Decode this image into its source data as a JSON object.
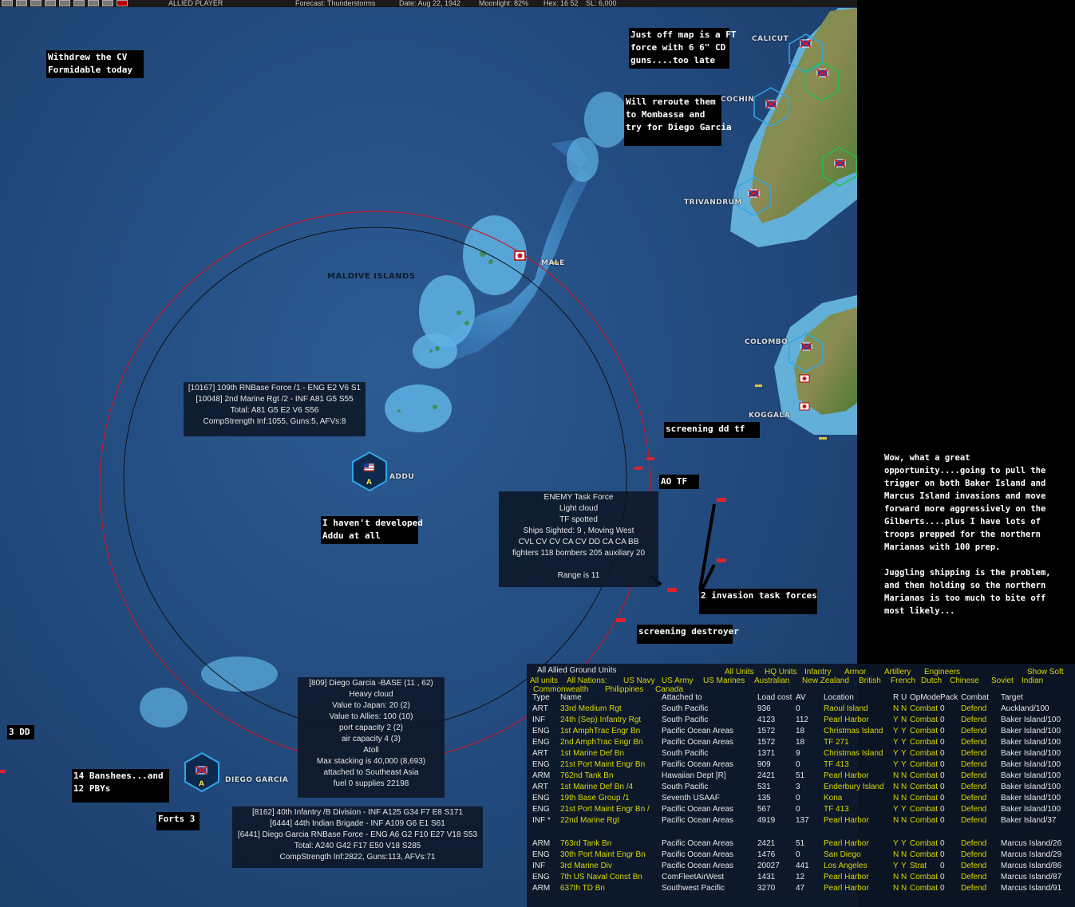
{
  "topbar": {
    "player": "ALLIED PLAYER",
    "forecast": "Forecast: Thunderstorms",
    "date": "Date: Aug 22, 1942",
    "moonlight": "Moonlight: 82%",
    "hex": "Hex: 16 52",
    "sl": "SL: 6,000"
  },
  "map": {
    "region_label": "MALDIVE ISLANDS",
    "cities": {
      "calicut": "CALICUT",
      "cochin": "COCHIN",
      "trivandrum": "TRIVANDRUM",
      "male": "MALE",
      "colombo": "COLOMBO",
      "koggala": "KOGGALA",
      "addu": "ADDU",
      "diego_garcia": "DIEGO GARCIA"
    },
    "base_marker": "A"
  },
  "notes": {
    "formidable": "Withdrew the CV\nFormidable today",
    "ft_force": "Just off map is a FT\nforce with 6 6\" CD\nguns....too late",
    "reroute": "Will reroute them\nto Mombassa and\ntry for Diego Garcia",
    "screening_dd": "screening dd tf",
    "ao_tf": "AO TF",
    "addu": "I haven't developed\nAddu at all",
    "invasion": "2 invasion task forces",
    "screening_destroyer": "screening destroyer",
    "three_dd": "3 DD",
    "banshees": "14 Banshees...and\n12 PBYs",
    "forts": "Forts 3"
  },
  "addu_box": {
    "lines": [
      "[10167] 109th RNBase Force /1 - ENG   E2  V6  S1",
      "[10048] 2nd Marine Rgt /2 - INF   A81  G5  S55",
      "Total:  A81  G5  E2  V6  S56",
      "CompStrength Inf:1055, Guns:5, AFVs:8"
    ]
  },
  "enemy_box": {
    "lines": [
      "ENEMY Task Force",
      "Light cloud",
      "TF spotted",
      "Ships Sighted: 9 , Moving West",
      "CVL  CV  CV  CA  CV  DD  CA  CA BB",
      "fighters 118   bombers 205   auxiliary 20",
      "",
      "Range is 11"
    ]
  },
  "diego_box": {
    "lines": [
      "[809] Diego Garcia  -BASE  (11 , 62)",
      "Heavy cloud",
      "Value to Japan: 20 (2)",
      "Value to Allies: 100 (10)",
      "port capacity 2 (2)",
      "air capacity 4 (3)",
      "Atoll",
      "Max stacking is 40,000  (8,693)",
      "attached to Southeast Asia",
      "fuel 0   supplies 22198"
    ]
  },
  "diego_units_box": {
    "lines": [
      "[8162] 40th Infantry /B Division - INF   A125  G34  F7  E8  S171",
      "[6444] 44th Indian Brigade - INF   A109  G6  E1  S61",
      "[6441] Diego Garcia RNBase Force - ENG   A6  G2  F10  E27  V18  S53",
      "Total:  A240  G42  F17  E50  V18  S285",
      "CompStrength Inf:2822, Guns:113, AFVs:71"
    ]
  },
  "right_note": "Wow, what a great\nopportunity....going to pull the\ntrigger on both Baker Island and\nMarcus Island invasions and move\nforward more aggressively on the\nGilberts....plus I have lots of\ntroops prepped for the northern\nMarianas with 100 prep.\n\nJuggling shipping is the problem,\nand then holding so the northern\nMarianas is too much to bite off\nmost likely...",
  "units_panel": {
    "title": "All Allied Ground Units",
    "filters_row1": [
      "All Units",
      "HQ Units",
      "Infantry",
      "Armor",
      "Artillery",
      "Engineers"
    ],
    "show_soft": "Show Soft",
    "filters_row2": [
      "All units",
      "All Nations:",
      "US Navy",
      "US Army",
      "US Marines",
      "Australian",
      "New Zealand",
      "British",
      "French",
      "Dutch",
      "Chinese",
      "Soviet",
      "Indian"
    ],
    "filters_row3": [
      "Commonwealth",
      "Philippines",
      "Canada"
    ],
    "headers": [
      "Type",
      "Name",
      "Attached to",
      "Load cost",
      "AV",
      "Location",
      "R",
      "U",
      "OpMode",
      "Pack",
      "Combat",
      "Target"
    ],
    "rows": [
      [
        "ART",
        "33rd Medium Rgt",
        "South Pacific",
        "936",
        "0",
        "Raoul Island",
        "N",
        "N",
        "Combat",
        "0",
        "Defend",
        "Auckland/100"
      ],
      [
        "INF",
        "24th (Sep) Infantry Rgt",
        "South Pacific",
        "4123",
        "112",
        "Pearl Harbor",
        "Y",
        "N",
        "Combat",
        "0",
        "Defend",
        "Baker Island/100"
      ],
      [
        "ENG",
        "1st AmphTrac Engr Bn",
        "Pacific Ocean Areas",
        "1572",
        "18",
        "Christmas Island",
        "Y",
        "Y",
        "Combat",
        "0",
        "Defend",
        "Baker Island/100"
      ],
      [
        "ENG",
        "2nd AmphTrac Engr Bn",
        "Pacific Ocean Areas",
        "1572",
        "18",
        "TF 271",
        "Y",
        "Y",
        "Combat",
        "0",
        "Defend",
        "Baker Island/100"
      ],
      [
        "ART",
        "1st Marine Def Bn",
        "South Pacific",
        "1371",
        "9",
        "Christmas Island",
        "Y",
        "Y",
        "Combat",
        "0",
        "Defend",
        "Baker Island/100"
      ],
      [
        "ENG",
        "21st Port Maint Engr Bn",
        "Pacific Ocean Areas",
        "909",
        "0",
        "TF 413",
        "Y",
        "Y",
        "Combat",
        "0",
        "Defend",
        "Baker Island/100"
      ],
      [
        "ARM",
        "762nd Tank Bn",
        "Hawaiian Dept [R]",
        "2421",
        "51",
        "Pearl Harbor",
        "N",
        "N",
        "Combat",
        "0",
        "Defend",
        "Baker Island/100"
      ],
      [
        "ART",
        "1st Marine Def Bn /4",
        "South Pacific",
        "531",
        "3",
        "Enderbury Island",
        "N",
        "N",
        "Combat",
        "0",
        "Defend",
        "Baker Island/100"
      ],
      [
        "ENG",
        "19th Base Group /1",
        "Seventh USAAF",
        "135",
        "0",
        "Kona",
        "N",
        "N",
        "Combat",
        "0",
        "Defend",
        "Baker Island/100"
      ],
      [
        "ENG",
        "21st Port Maint Engr Bn /",
        "Pacific Ocean Areas",
        "567",
        "0",
        "TF 413",
        "Y",
        "Y",
        "Combat",
        "0",
        "Defend",
        "Baker Island/100"
      ],
      [
        "INF *",
        "22nd Marine Rgt",
        "Pacific Ocean Areas",
        "4919",
        "137",
        "Pearl Harbor",
        "N",
        "N",
        "Combat",
        "0",
        "Defend",
        "Baker Island/37"
      ],
      [
        "ARM",
        "763rd Tank Bn",
        "Pacific Ocean Areas",
        "2421",
        "51",
        "Pearl Harbor",
        "Y",
        "Y",
        "Combat",
        "0",
        "Defend",
        "Marcus Island/26"
      ],
      [
        "ENG",
        "30th Port Maint Engr Bn",
        "Pacific Ocean Areas",
        "1476",
        "0",
        "San Diego",
        "N",
        "N",
        "Combat",
        "0",
        "Defend",
        "Marcus Island/29"
      ],
      [
        "INF",
        "3rd Marine Div",
        "Pacific Ocean Areas",
        "20027",
        "441",
        "Los Angeles",
        "Y",
        "Y",
        "Strat",
        "0",
        "Defend",
        "Marcus Island/86"
      ],
      [
        "ENG",
        "7th US Naval Const Bn",
        "ComFleetAirWest",
        "1431",
        "12",
        "Pearl Harbor",
        "N",
        "N",
        "Combat",
        "0",
        "Defend",
        "Marcus Island/87"
      ],
      [
        "ARM",
        "637th TD Bn",
        "Southwest Pacific",
        "3270",
        "47",
        "Pearl Harbor",
        "N",
        "N",
        "Combat",
        "0",
        "Defend",
        "Marcus Island/91"
      ]
    ]
  }
}
